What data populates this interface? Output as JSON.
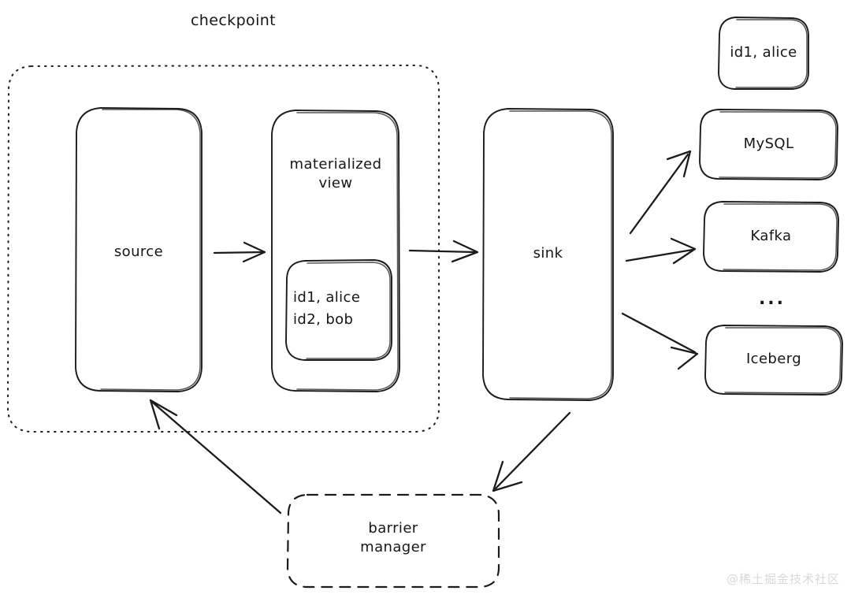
{
  "diagram": {
    "title": "checkpoint",
    "type": "architecture-flow-diagram",
    "boundaries": [
      {
        "id": "checkpoint",
        "label": "checkpoint",
        "style": "dotted",
        "contains": [
          "source",
          "materialized-view"
        ]
      }
    ],
    "nodes": [
      {
        "id": "source",
        "label": "source",
        "shape": "rounded-rect"
      },
      {
        "id": "materialized-view",
        "label": "materialized\nview",
        "shape": "rounded-rect"
      },
      {
        "id": "mv-state",
        "label": "id1, alice\nid2, bob",
        "shape": "rounded-rect",
        "parent": "materialized-view"
      },
      {
        "id": "sink",
        "label": "sink",
        "shape": "rounded-rect"
      },
      {
        "id": "record",
        "label": "id1, alice",
        "shape": "rounded-rect"
      },
      {
        "id": "mysql",
        "label": "MySQL",
        "shape": "rounded-rect"
      },
      {
        "id": "kafka",
        "label": "Kafka",
        "shape": "rounded-rect"
      },
      {
        "id": "more",
        "label": "...",
        "shape": "text"
      },
      {
        "id": "iceberg",
        "label": "Iceberg",
        "shape": "rounded-rect"
      },
      {
        "id": "barrier-manager",
        "label": "barrier\nmanager",
        "shape": "rounded-rect-dashed"
      }
    ],
    "edges": [
      {
        "from": "source",
        "to": "materialized-view"
      },
      {
        "from": "materialized-view",
        "to": "sink"
      },
      {
        "from": "sink",
        "to": "mysql"
      },
      {
        "from": "sink",
        "to": "kafka"
      },
      {
        "from": "sink",
        "to": "iceberg"
      },
      {
        "from": "sink",
        "to": "barrier-manager"
      },
      {
        "from": "barrier-manager",
        "to": "source"
      }
    ]
  },
  "watermark": {
    "text": "@稀土掘金技术社区"
  },
  "colors": {
    "ink": "#1b1b1b",
    "background": "#ffffff",
    "watermark": "#d8d8d8"
  }
}
